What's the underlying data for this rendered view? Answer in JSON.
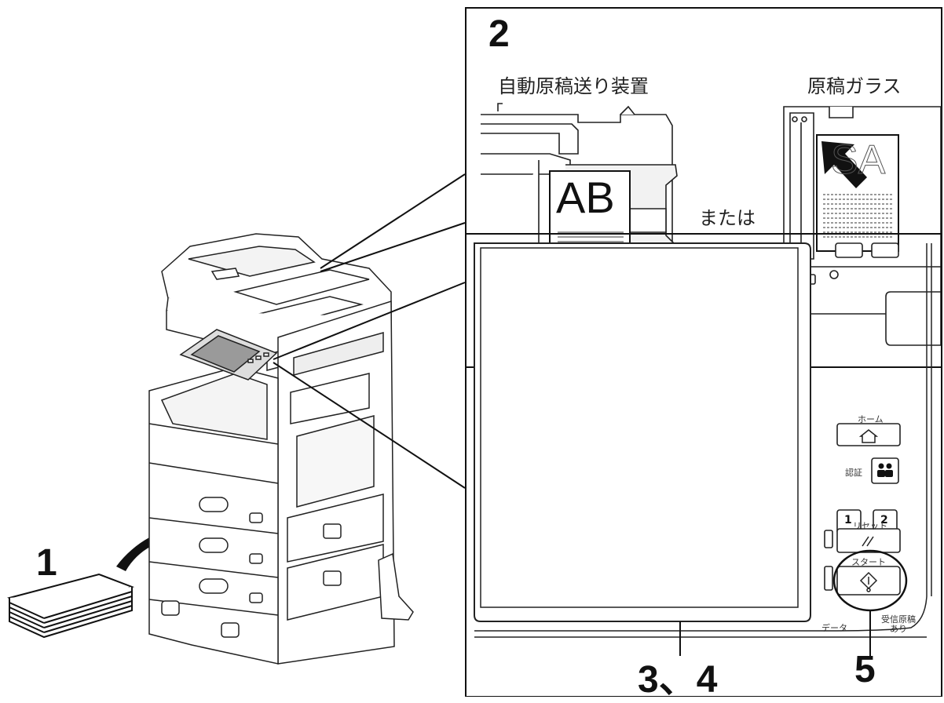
{
  "steps": {
    "one": "1",
    "two": "2",
    "three_four": "3、4",
    "five": "5"
  },
  "top_panel": {
    "adf_label": "自動原稿送り装置",
    "glass_label": "原稿ガラス",
    "or_text": "または",
    "doc_letters": "AB",
    "glass_letters": "SA"
  },
  "control_panel": {
    "home_label": "ホーム",
    "auth_label": "認証",
    "key_1": "1",
    "key_2": "2",
    "reset_label": "リセット",
    "start_label": "スタート",
    "data_label": "データ",
    "received_label": "受信原稿\nあり"
  }
}
